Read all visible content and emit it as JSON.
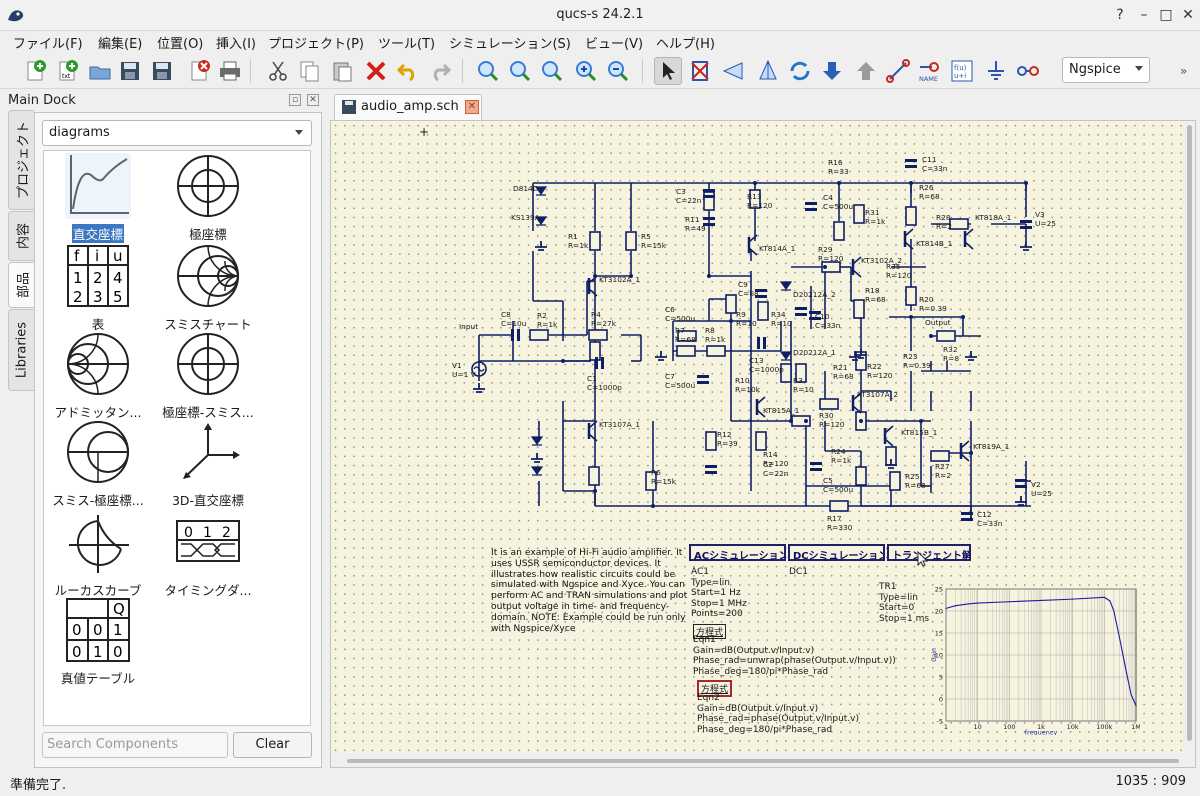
{
  "window": {
    "title": "qucs-s 24.2.1"
  },
  "menu": [
    "ファイル(F)",
    "編集(E)",
    "位置(O)",
    "挿入(I)",
    "プロジェクト(P)",
    "ツール(T)",
    "シミュレーション(S)",
    "ビュー(V)",
    "ヘルプ(H)"
  ],
  "toolbar": {
    "simulator": "Ngspice"
  },
  "dock": {
    "title": "Main Dock",
    "tabs": [
      "プロジェクト",
      "内容",
      "部品",
      "Libraries"
    ],
    "category": "diagrams",
    "components": [
      "直交座標",
      "極座標",
      "表",
      "スミスチャート",
      "アドミッタン...",
      "極座標-スミス...",
      "スミス-極座標...",
      "3D-直交座標",
      "ルーカスカーブ",
      "タイミングダ...",
      "真値テーブル"
    ],
    "table_icon": {
      "row1": [
        "f",
        "i",
        "u"
      ],
      "row2": [
        "1",
        "2",
        "4"
      ],
      "row3": [
        "2",
        "3",
        "5"
      ]
    },
    "truth_icon": {
      "header": "Q",
      "row1": [
        "0",
        "0",
        "1"
      ],
      "row2": [
        "0",
        "1",
        "0"
      ]
    },
    "timing_icon": [
      "0",
      "1",
      "2"
    ],
    "search_placeholder": "Search Components",
    "clear_label": "Clear"
  },
  "document": {
    "tab": "audio_amp.sch"
  },
  "schematic": {
    "labels": [
      "D814D",
      "KS139A",
      "R1",
      "R=1k",
      "R5",
      "R=15k",
      "C3",
      "C=22n",
      "R11",
      "R=49",
      "R13",
      "R=120",
      "KT814A_1",
      "R16",
      "R=33",
      "C4",
      "C=500u",
      "R31",
      "R=1k",
      "C11",
      "C=33n",
      "R26",
      "R=68",
      "R28",
      "R=2",
      "KT818A_1",
      "V3",
      "U=25",
      "KT814B_1",
      "KT3102A_1",
      "C9",
      "C=68",
      "D20212A_2",
      "R29",
      "R=120",
      "KT3102A_2",
      "R35",
      "R=120",
      "R18",
      "R=68",
      "R20",
      "R=0.39",
      "C8",
      "C=10u",
      "R2",
      "R=1k",
      "Input",
      "R4",
      "R=27k",
      "C6",
      "C=500u",
      "R7",
      "R=68",
      "R8",
      "R=1k",
      "R9",
      "R=10",
      "R34",
      "R=10",
      "C10",
      "C=33n",
      "Output",
      "D20212A_1",
      "V1",
      "U=1 V",
      "C1",
      "C=1000p",
      "C13",
      "C=1000p",
      "R32",
      "R=8",
      "R23",
      "R=0.39",
      "C7",
      "C=500u",
      "R10",
      "R=10k",
      "R3",
      "R=10",
      "R21",
      "R=68",
      "R22",
      "R=120",
      "KT815A_1",
      "R30",
      "R=120",
      "KT3107A_1",
      "KT3107A_2",
      "KT815B_1",
      "KT819A_1",
      "R12",
      "R=39",
      "C2",
      "C=22n",
      "R14",
      "R=120",
      "R24",
      "R=1k",
      "R27",
      "R=2",
      "R6",
      "R=15k",
      "R25",
      "R=68",
      "V2",
      "U=25",
      "C5",
      "C=500u",
      "R17",
      "R=330",
      "C12",
      "C=33n"
    ],
    "description": "It is an example of Hi-Fi audio amplifier. It uses USSR semiconductor devices. It illustrates how realistic circuits could be simulated with Ngspice and Xyce. You can perform AC and TRAN simulations and plot output voltage in time- and frequency-domain. NOTE: Example could be run only with Ngspice/Xyce",
    "sim_blocks": [
      "ACシミュレーション",
      "DCシミュレーション",
      "トランジェント解析"
    ],
    "ac": [
      "AC1",
      "Type=lin",
      "Start=1 Hz",
      "Stop=1 MHz",
      "Points=200"
    ],
    "dc": [
      "DC1"
    ],
    "tran": [
      "TR1",
      "Type=lin",
      "Start=0",
      "Stop=1 ms"
    ],
    "eqn1": {
      "title": "方程式",
      "lines": [
        "Eqn1",
        "Gain=dB(Output.v/Input.v)",
        "Phase_rad=unwrap(phase(Output.v/Input.v))",
        "Phase_deg=180/pi*Phase_rad"
      ]
    },
    "eqn2": {
      "title": "方程式",
      "lines": [
        "Eqn2",
        "Gain=dB(Output.v/Input.v)",
        "Phase_rad=phase(Output.v/Input.v)",
        "Phase_deg=180/pi*Phase_rad"
      ]
    }
  },
  "chart_data": {
    "type": "line",
    "xlabel": "frequency",
    "ylabel": "Gain",
    "xscale": "log",
    "xlim": [
      1,
      1000000
    ],
    "ylim": [
      -5,
      25
    ],
    "xticks": [
      "1",
      "10",
      "100",
      "1k",
      "10k",
      "100k",
      "1M"
    ],
    "yticks": [
      "-5",
      "0",
      "5",
      "10",
      "15",
      "20",
      "25"
    ],
    "grid": true,
    "series": [
      {
        "x": [
          1,
          2,
          5,
          10,
          100,
          1000,
          10000,
          100000,
          150000,
          200000,
          300000,
          500000,
          700000,
          1000000
        ],
        "values": [
          20.6,
          21.2,
          21.6,
          21.8,
          22.1,
          22.4,
          22.7,
          23.1,
          22.3,
          20.0,
          14.0,
          6.0,
          1.0,
          -1.5
        ]
      }
    ]
  },
  "status": {
    "message": "準備完了.",
    "coords": "1035 : 909"
  }
}
